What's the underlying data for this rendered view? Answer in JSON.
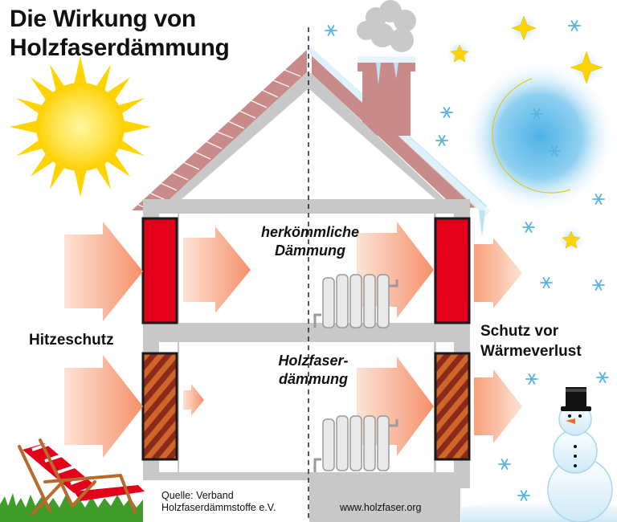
{
  "title": {
    "line1": "Die Wirkung von",
    "line2": "Holzfaserdämmung"
  },
  "labels": {
    "left_side": "Hitzeschutz",
    "right_side_line1": "Schutz vor",
    "right_side_line2": "Wärmeverlust",
    "conventional_line1": "herkömmliche",
    "conventional_line2": "Dämmung",
    "woodfiber_line1": "Holzfaser-",
    "woodfiber_line2": "dämmung"
  },
  "footer": {
    "source_line1": "Quelle: Verband",
    "source_line2": "Holzfaserdämmstoffe e.V.",
    "website": "www.holzfaser.org"
  },
  "colors": {
    "conventional_insulation": "#e2001a",
    "woodfiber_insulation": "#b5451b",
    "heat_arrow": "#f5906a",
    "roof": "#c98a8a",
    "wall": "#c8c8c8",
    "night_glow": "#79c8ec",
    "sun": "#ffd400"
  },
  "icons": [
    "sun-icon",
    "moon-icon",
    "star-icon",
    "snowflake-icon",
    "snowman-icon",
    "deck-chair-icon",
    "radiator-icon",
    "chimney-icon",
    "smoke-icon"
  ]
}
